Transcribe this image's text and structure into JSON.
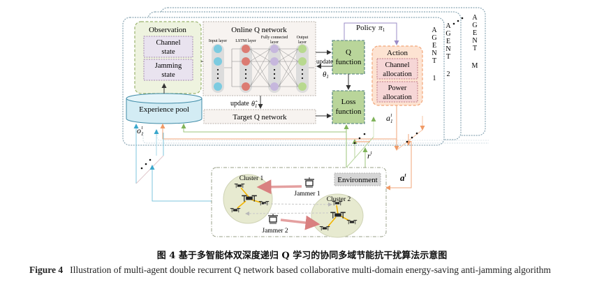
{
  "diagram": {
    "agents": [
      {
        "label_letters": [
          "A",
          "G",
          "E",
          "N",
          "T"
        ],
        "index": "1"
      },
      {
        "label_letters": [
          "A",
          "G",
          "E",
          "N",
          "T"
        ],
        "index": "2"
      },
      {
        "label_letters": [
          "A",
          "G",
          "E",
          "N",
          "T"
        ],
        "index": "M"
      }
    ],
    "observation": {
      "title": "Observation",
      "items": [
        {
          "line1": "Channel",
          "line2": "state"
        },
        {
          "line1": "Jamming",
          "line2": "state"
        }
      ]
    },
    "experience_pool": {
      "label": "Experience pool"
    },
    "online_q": {
      "title": "Online Q network",
      "layers": [
        {
          "line1": "Input layer",
          "line2": ""
        },
        {
          "line1": "LSTM layer",
          "line2": ""
        },
        {
          "line1": "Fully connected",
          "line2": "layer"
        },
        {
          "line1": "Output",
          "line2": "layer"
        }
      ],
      "node_colors": [
        "#7ccbe0",
        "#dc7b72",
        "#c6b7dd",
        "#b8d98f"
      ]
    },
    "target_q": {
      "label": "Target Q network",
      "update_label": "update",
      "update_symbol": "θ̂",
      "update_sub": "1"
    },
    "q_function": {
      "line1": "Q",
      "line2": "function",
      "update_label": "update",
      "theta": "θ",
      "theta_sub": "1"
    },
    "loss_function": {
      "line1": "Loss",
      "line2": "function"
    },
    "policy": {
      "label": "Policy",
      "symbol": "π",
      "sub": "1"
    },
    "action": {
      "title": "Action",
      "items": [
        {
          "line1": "Channel",
          "line2": "allocation"
        },
        {
          "line1": "Power",
          "line2": "allocation"
        }
      ]
    },
    "signals": {
      "obs": {
        "sym": "o",
        "sub": "1",
        "sup": "t"
      },
      "action_agent": {
        "sym": "a",
        "sub": "1",
        "sup": "t"
      },
      "reward": {
        "sym": "r",
        "sup": "t"
      },
      "action_joint": {
        "sym": "a",
        "sup": "t"
      }
    },
    "environment": {
      "label": "Environment",
      "clusters": [
        "Cluster 1",
        "Cluster 2"
      ],
      "jammers": [
        "Jammer 1",
        "Jammer 2"
      ]
    },
    "colors": {
      "blue_flow": "#7ec6dc",
      "orange_flow": "#f2a679",
      "green_flow": "#9cc67b",
      "agent_border": "#8aa6b4",
      "q_box_fill": "#b9d59a",
      "action_fill": "#fde3d2",
      "action_border": "#f2a679",
      "observation_fill": "#eef3df",
      "pool_fill": "#d3ecf4",
      "cluster_fill": "#e7ead0",
      "jam_arrow": "#e4a0a0"
    }
  },
  "caption": {
    "cn": "图 4   基于多智能体双深度递归 Q 学习的协同多域节能抗干扰算法示意图",
    "en_label": "Figure 4",
    "en_text": "Illustration of multi-agent double recurrent Q network based collaborative multi-domain energy-saving anti-jamming algorithm"
  }
}
